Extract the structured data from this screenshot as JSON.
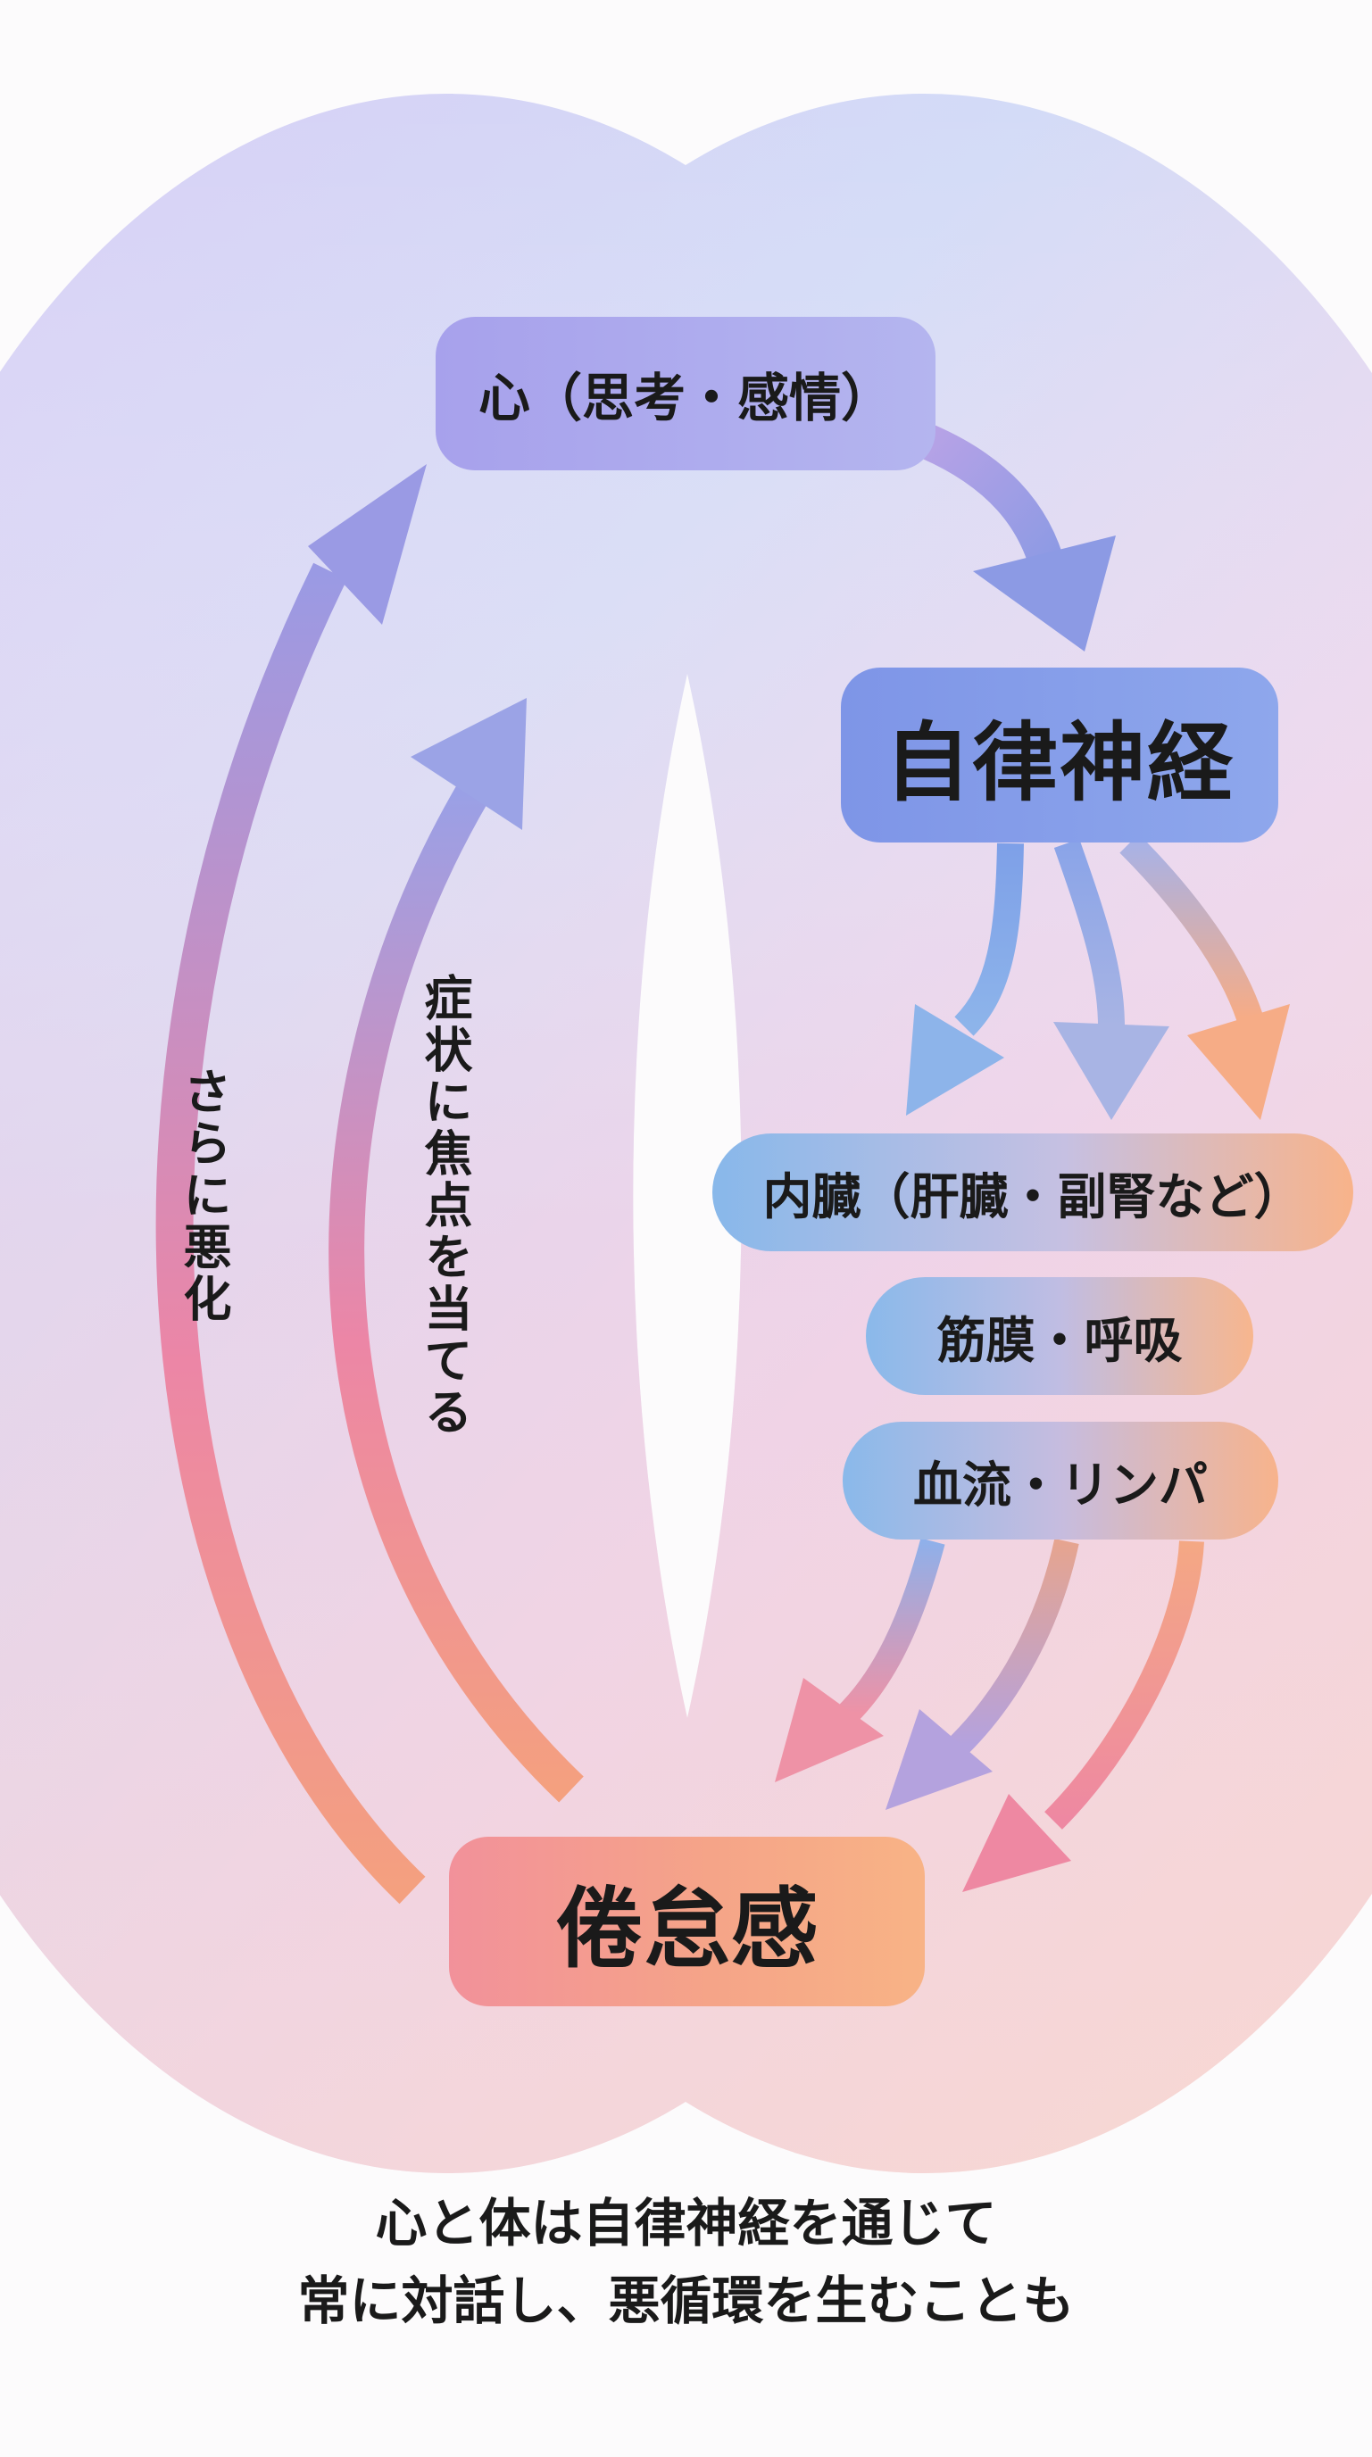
{
  "nodes": {
    "mind": "心（思考・感情）",
    "autonomic_nerves": "自律神経",
    "organs": "内臓（肝臓・副腎など）",
    "fascia_breathing": "筋膜・呼吸",
    "blood_lymph": "血流・リンパ",
    "fatigue": "倦怠感"
  },
  "arrow_labels": {
    "outer": "さらに悪化",
    "inner": "症状に焦点を当てる"
  },
  "caption": {
    "line1": "心と体は自律神経を通じて",
    "line2": "常に対話し、悪循環を生むことも"
  },
  "colors": {
    "blue": "#7f93e6",
    "purple": "#a99be6",
    "pink": "#ee86a2",
    "orange": "#f6a77f",
    "ring_purple": "#d6cdf4",
    "ring_blue": "#cfdcf6",
    "ring_pink": "#f8d3df",
    "ring_orange": "#f9dcc8"
  }
}
